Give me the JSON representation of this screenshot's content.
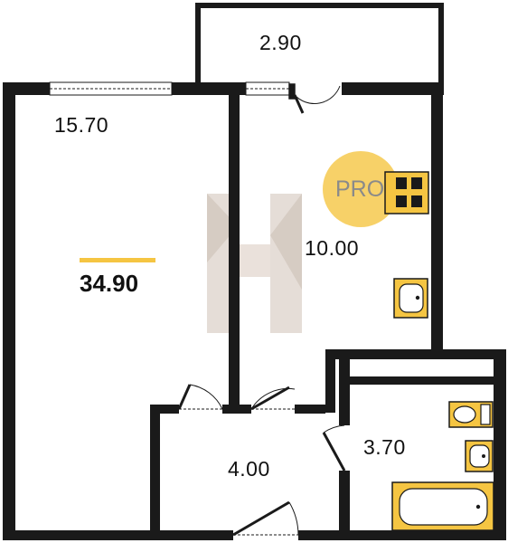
{
  "plan": {
    "total_area": "34.90",
    "rooms": [
      {
        "id": "balcony",
        "area": "2.90"
      },
      {
        "id": "living-room",
        "area": "15.70"
      },
      {
        "id": "kitchen",
        "area": "10.00"
      },
      {
        "id": "hallway",
        "area": "4.00"
      },
      {
        "id": "bathroom",
        "area": "3.70"
      }
    ],
    "watermark_text": "PRO",
    "colors": {
      "wall": "#1a1a1a",
      "fixture": "#f5c542",
      "accent_bar": "#f5c542",
      "pro_badge": "#f5c542",
      "watermark": "#d8cdc4"
    },
    "icons": [
      "stove-icon",
      "kitchen-sink-icon",
      "toilet-icon",
      "washbasin-icon",
      "bathtub-icon",
      "watermark-logo"
    ]
  }
}
